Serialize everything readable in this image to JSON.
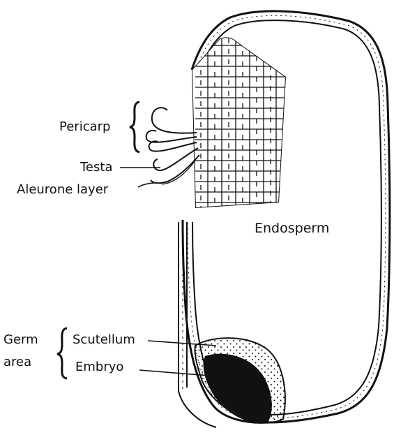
{
  "labels": {
    "pericarp": "Pericarp",
    "testa": "Testa",
    "aleurone": "Aleurone layer",
    "endosperm": "Endosperm",
    "germ_line1": "Germ",
    "germ_line2": "area",
    "scutellum": "Scutellum",
    "embryo": "Embryo"
  },
  "colors": {
    "ink": "#111111",
    "background": "#ffffff"
  }
}
